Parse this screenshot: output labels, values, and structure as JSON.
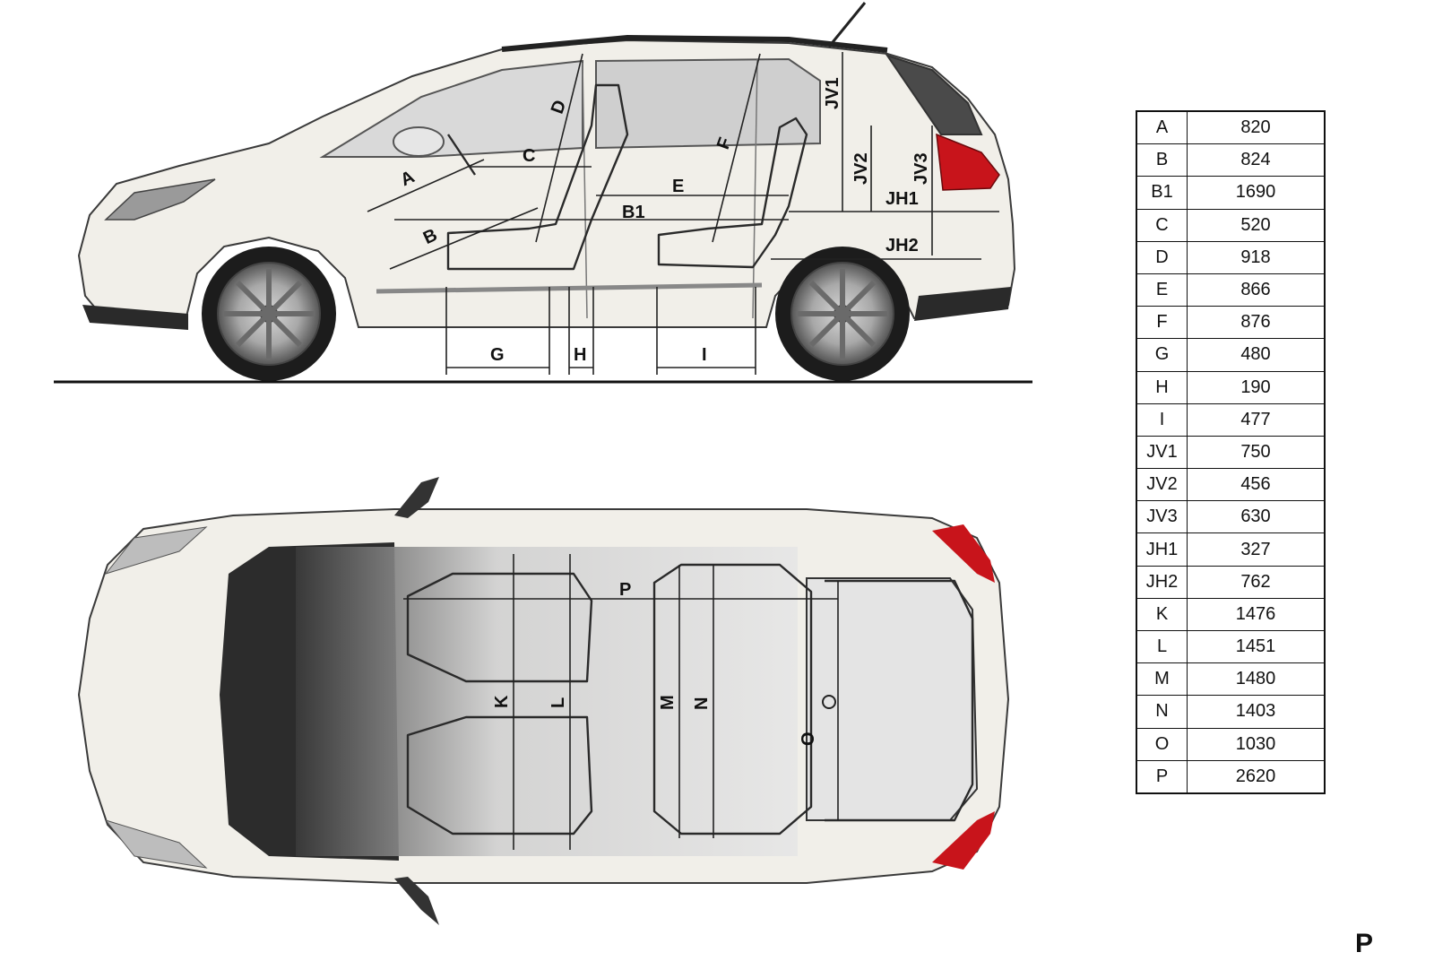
{
  "diagram": {
    "side_view_labels": [
      "A",
      "B",
      "B1",
      "C",
      "D",
      "E",
      "F",
      "G",
      "H",
      "I",
      "JV1",
      "JV2",
      "JV3",
      "JH1",
      "JH2"
    ],
    "top_view_labels": [
      "K",
      "L",
      "M",
      "N",
      "P",
      "O"
    ]
  },
  "dimensions": [
    {
      "key": "A",
      "value": "820"
    },
    {
      "key": "B",
      "value": "824"
    },
    {
      "key": "B1",
      "value": "1690"
    },
    {
      "key": "C",
      "value": "520"
    },
    {
      "key": "D",
      "value": "918"
    },
    {
      "key": "E",
      "value": "866"
    },
    {
      "key": "F",
      "value": "876"
    },
    {
      "key": "G",
      "value": "480"
    },
    {
      "key": "H",
      "value": "190"
    },
    {
      "key": "I",
      "value": "477"
    },
    {
      "key": "JV1",
      "value": "750"
    },
    {
      "key": "JV2",
      "value": "456"
    },
    {
      "key": "JV3",
      "value": "630"
    },
    {
      "key": "JH1",
      "value": "327"
    },
    {
      "key": "JH2",
      "value": "762"
    },
    {
      "key": "K",
      "value": "1476"
    },
    {
      "key": "L",
      "value": "1451"
    },
    {
      "key": "M",
      "value": "1480"
    },
    {
      "key": "N",
      "value": "1403"
    },
    {
      "key": "O",
      "value": "1030"
    },
    {
      "key": "P",
      "value": "2620"
    }
  ],
  "corner_mark": "P",
  "colors": {
    "car_body": "#f1efe9",
    "glass": "#5a5a5a",
    "tail_light": "#c8141b",
    "lines": "#222222"
  }
}
